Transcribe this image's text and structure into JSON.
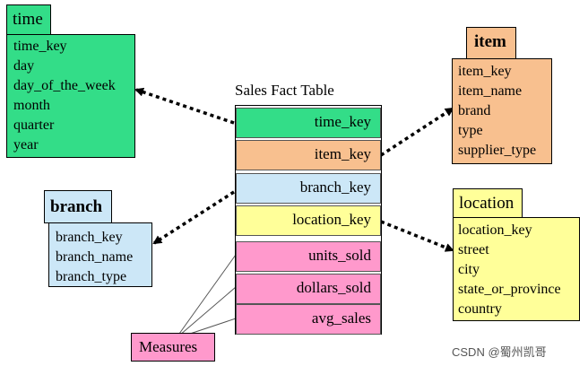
{
  "time": {
    "title": "time",
    "attributes": [
      "time_key",
      "day",
      "day_of_the_week",
      "month",
      "quarter",
      "year"
    ]
  },
  "item": {
    "title": "item",
    "attributes": [
      "item_key",
      "item_name",
      "brand",
      "type",
      "supplier_type"
    ]
  },
  "branch": {
    "title": "branch",
    "attributes": [
      "branch_key",
      "branch_name",
      "branch_type"
    ]
  },
  "location": {
    "title": "location",
    "attributes": [
      "location_key",
      "street",
      "city",
      "state_or_province",
      "country"
    ]
  },
  "fact": {
    "title": "Sales Fact Table",
    "keys": [
      "time_key",
      "item_key",
      "branch_key",
      "location_key"
    ],
    "measures": [
      "units_sold",
      "dollars_sold",
      "avg_sales"
    ]
  },
  "measures_label": "Measures",
  "watermark": "CSDN @蜀州凯哥",
  "colors": {
    "time": "#33dd88",
    "item": "#f8c08f",
    "branch": "#cce7f7",
    "location": "#ffff99",
    "measure": "#ff99cc"
  }
}
